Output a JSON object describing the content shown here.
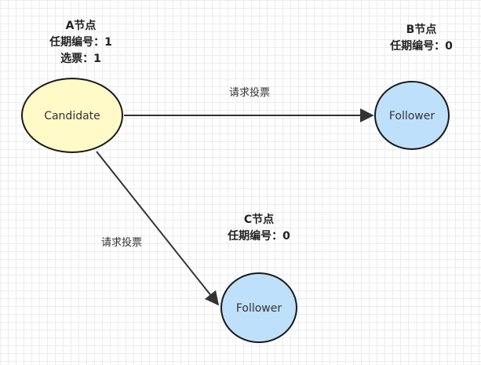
{
  "nodes": {
    "a": {
      "title": "A节点",
      "term": "任期编号：1",
      "votes": "选票：1",
      "role": "Candidate",
      "fill": "#fffac8"
    },
    "b": {
      "title": "B节点",
      "term": "任期编号：0",
      "role": "Follower",
      "fill": "#bfe0fb"
    },
    "c": {
      "title": "C节点",
      "term": "任期编号：0",
      "role": "Follower",
      "fill": "#bfe0fb"
    }
  },
  "edges": {
    "a_to_b": {
      "label": "请求投票"
    },
    "a_to_c": {
      "label": "请求投票"
    }
  },
  "colors": {
    "stroke": "#1a1a1a",
    "edge": "#333333"
  }
}
